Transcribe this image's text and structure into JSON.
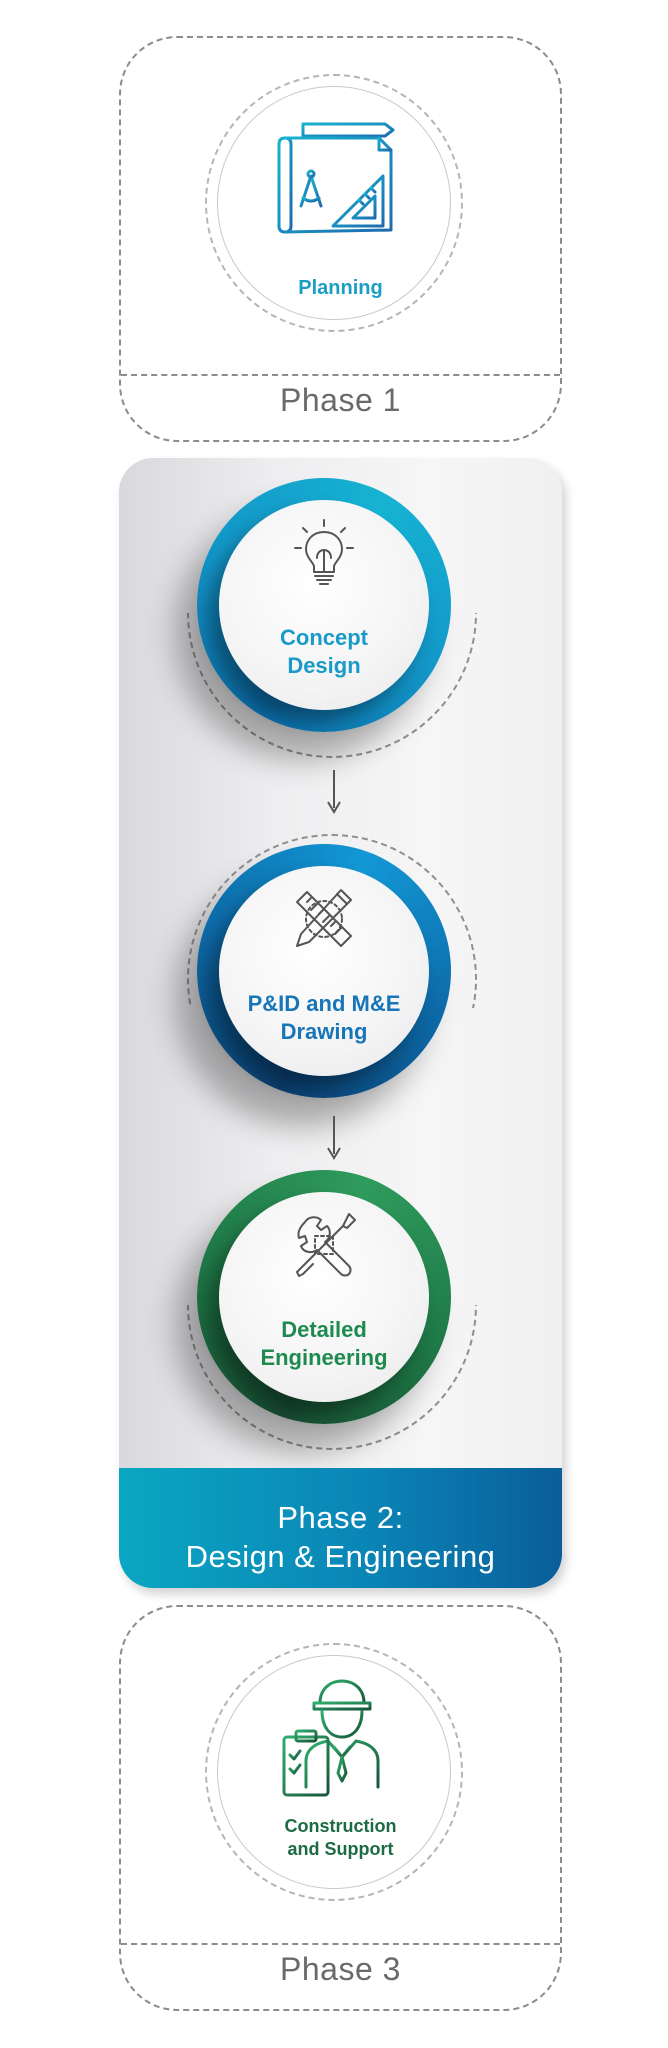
{
  "phases": {
    "phase1": {
      "label": "Phase 1",
      "stage_title": "Planning",
      "icon": "blueprint-icon",
      "color": "#1aa5c9"
    },
    "phase2": {
      "label_line1": "Phase 2:",
      "label_line2": "Design & Engineering",
      "stages": [
        {
          "title_line1": "Concept",
          "title_line2": "Design",
          "icon": "lightbulb-icon",
          "color": "#1a9bc7"
        },
        {
          "title_line1": "P&ID and M&E",
          "title_line2": "Drawing",
          "icon": "pencil-ruler-icon",
          "color": "#1a78b8"
        },
        {
          "title_line1": "Detailed",
          "title_line2": "Engineering",
          "icon": "wrench-screwdriver-icon",
          "color": "#1e8a4f"
        }
      ]
    },
    "phase3": {
      "label": "Phase 3",
      "stage_title_line1": "Construction",
      "stage_title_line2": "and Support",
      "icon": "engineer-icon",
      "color": "#1c6b43"
    }
  }
}
